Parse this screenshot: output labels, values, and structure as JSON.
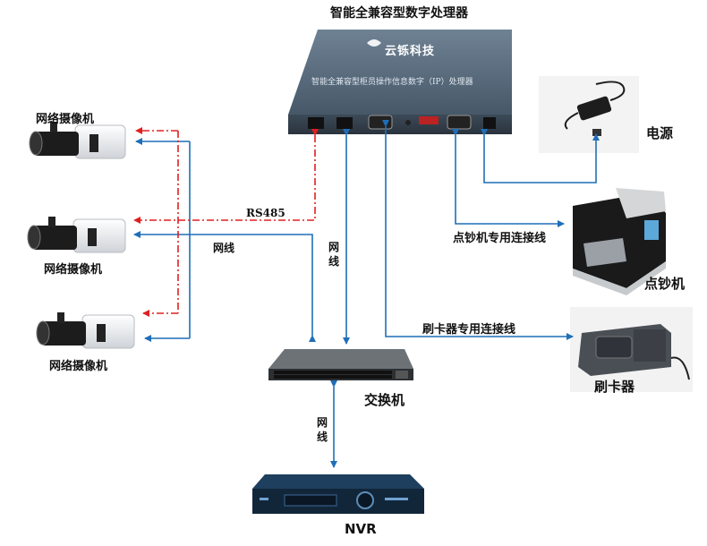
{
  "title": "智能全兼容型数字处理器",
  "processor": {
    "logo": "云铄科技",
    "panel_text": "智能全兼容型柜员操作信息数字（IP）处理器"
  },
  "cameras": [
    {
      "label": "网络摄像机"
    },
    {
      "label": "网络摄像机"
    },
    {
      "label": "网络摄像机"
    }
  ],
  "devices": {
    "power": "电源",
    "counter": "点钞机",
    "card_reader": "刷卡器",
    "switch": "交换机",
    "nvr": "NVR"
  },
  "links": {
    "rs485": "RS485",
    "cable_left": "网线",
    "cable_center": "网线",
    "cable_nvr": "网线",
    "counter_cable": "点钞机专用连接线",
    "reader_cable": "刷卡器专用连接线"
  },
  "colors": {
    "cable": "#1f6fb8",
    "rs485": "#e02020",
    "processor": "#55687a"
  }
}
